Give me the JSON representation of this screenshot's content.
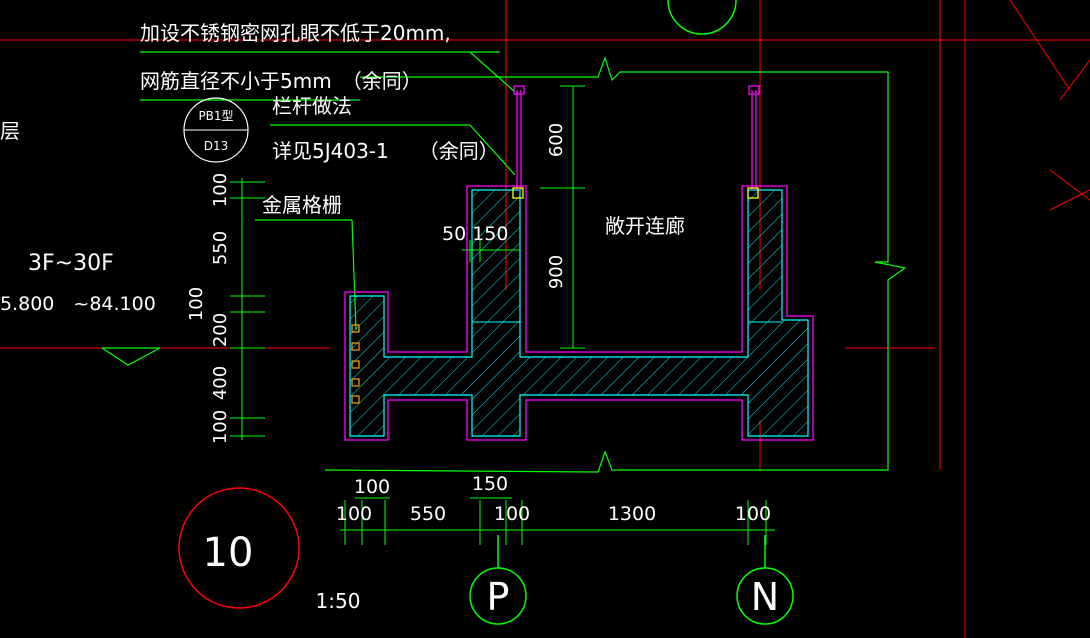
{
  "notes": {
    "mesh_line1": "加设不锈钢密网孔眼不低于20mm,",
    "mesh_line2": "网筋直径不小于5mm　（余同）",
    "railing_line1": "栏杆做法",
    "railing_line2": "详见5J403-1　　（余同）",
    "grille": "金属格栅",
    "corridor": "敞开连廊",
    "floors": "3F~30F",
    "elevation": "5.800　~84.100",
    "partial_char": "层",
    "dim_50_150": "50 150",
    "dim_600": "600",
    "dim_900": "900"
  },
  "detail_ref": {
    "top": "PB1型",
    "bottom": "D13"
  },
  "vertical_dims": [
    "100",
    "550",
    "100",
    "200",
    "400",
    "100"
  ],
  "bottom_dims_upper": [
    "100",
    "150"
  ],
  "bottom_dims_lower": [
    "100",
    "550",
    "100",
    "1300",
    "100"
  ],
  "detail_number": "10",
  "scale": "1:50",
  "axes": [
    "P",
    "N"
  ],
  "colors": {
    "background": "#000000",
    "structure": "#ff00ff",
    "concrete": "#00ffff",
    "leader": "#00ff00",
    "gridline": "#ff0000",
    "text": "#ffffff"
  }
}
